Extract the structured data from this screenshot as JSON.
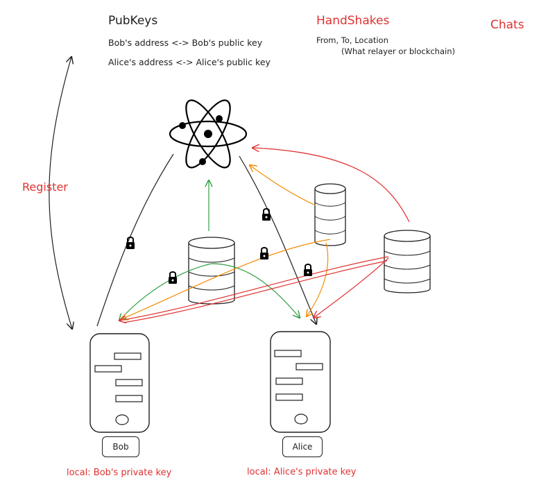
{
  "pubkeys": {
    "title": "PubKeys",
    "lines": [
      "Bob's address <-> Bob's public key",
      "Alice's address <-> Alice's public key"
    ]
  },
  "handshakes": {
    "title": "HandShakes",
    "line1": "From, To, Location",
    "line2": "(What relayer or blockchain)"
  },
  "chats": {
    "title": "Chats"
  },
  "register": {
    "label": "Register"
  },
  "bob": {
    "name": "Bob",
    "local_key": "local: Bob's private key"
  },
  "alice": {
    "name": "Alice",
    "local_key": "local: Alice's private key"
  },
  "colors": {
    "red": "#e03131",
    "orange": "#f08c00",
    "green": "#2f9e44",
    "black": "#1e1e1e"
  },
  "icons": [
    "atom-icon",
    "lock-icon",
    "database-icon",
    "phone-icon"
  ]
}
